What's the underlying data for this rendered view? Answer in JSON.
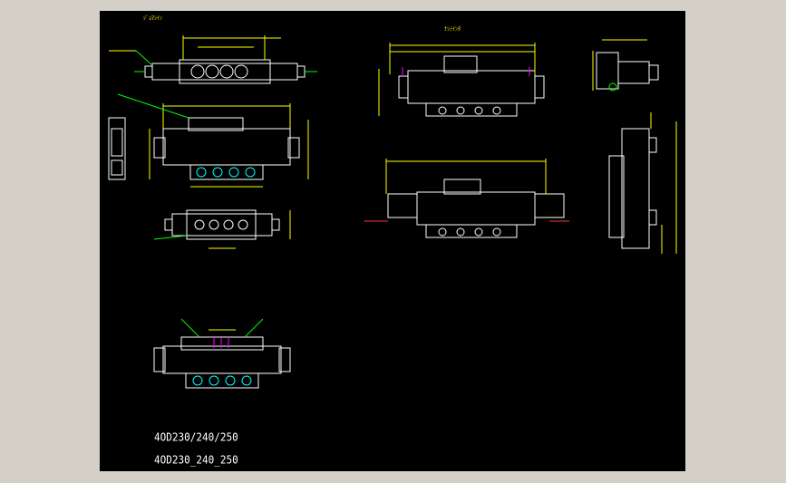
{
  "drawing": {
    "title_primary": "4OD230/240/250",
    "title_secondary": "4OD230_240_250"
  },
  "views": [
    {
      "id": "top-view",
      "label": "ｼﾞｮﾏｼｲﾝ"
    },
    {
      "id": "front-view",
      "label": "ﾅｼﾐｲﾝﾀ"
    },
    {
      "id": "side-view"
    },
    {
      "id": "section-view"
    },
    {
      "id": "front-solenoid-view"
    },
    {
      "id": "end-view"
    },
    {
      "id": "bottom-view"
    }
  ],
  "colors": {
    "background": "#000000",
    "dimension": "#ffff00",
    "outline": "#ffffff",
    "leader": "#00ff00",
    "port": "#00ffff",
    "hatch": "#ff00ff",
    "pin": "#ff3333",
    "frame": "#d4d0c8"
  }
}
